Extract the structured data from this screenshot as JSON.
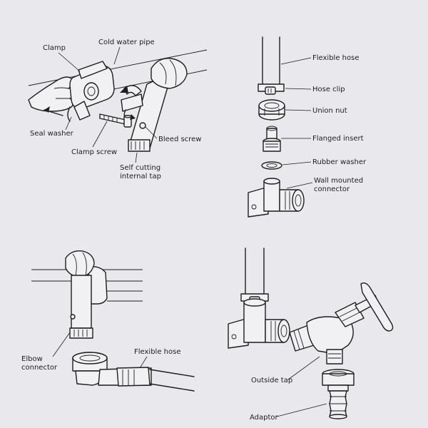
{
  "colors": {
    "background": "#e9e9ed",
    "ink": "#1e1e1e",
    "part_fill": "#f1f1f3"
  },
  "panel1": {
    "labels": {
      "clamp": "Clamp",
      "cold_water_pipe": "Cold water pipe",
      "seal_washer": "Seal washer",
      "clamp_screw": "Clamp screw",
      "bleed_screw": "Bleed screw",
      "self_cutting_tap_line1": "Self cutting",
      "self_cutting_tap_line2": "internal tap"
    }
  },
  "panel2": {
    "labels": {
      "flexible_hose": "Flexible hose",
      "hose_clip": "Hose clip",
      "union_nut": "Union nut",
      "flanged_insert": "Flanged insert",
      "rubber_washer": "Rubber washer",
      "wall_connector_line1": "Wall mounted",
      "wall_connector_line2": "connector"
    }
  },
  "panel3": {
    "labels": {
      "elbow_connector_line1": "Elbow",
      "elbow_connector_line2": "connector",
      "flexible_hose": "Flexible hose"
    }
  },
  "panel4": {
    "labels": {
      "outside_tap": "Outside tap",
      "adaptor": "Adaptor"
    }
  }
}
